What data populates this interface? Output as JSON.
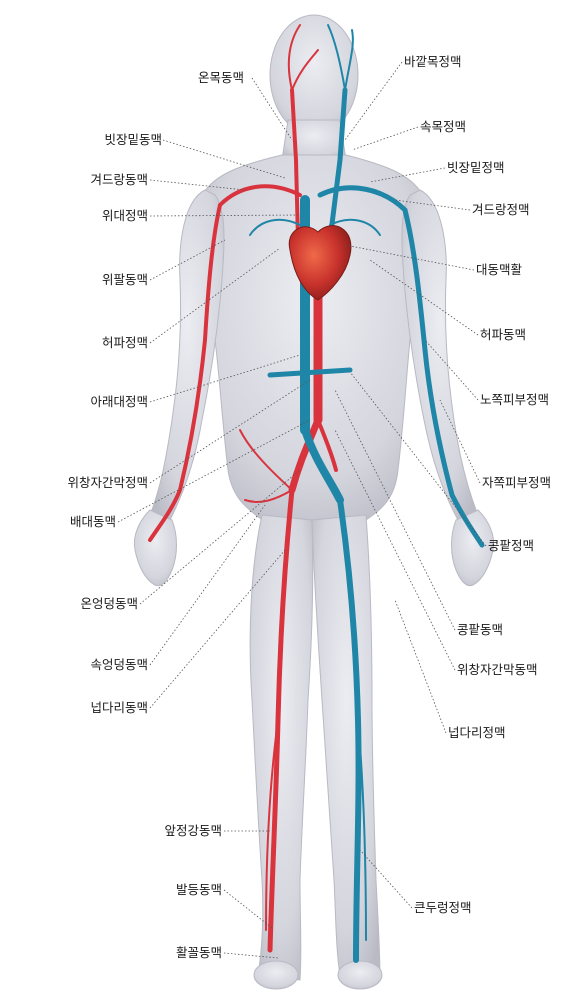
{
  "labels": {
    "left": [
      "온목동맥",
      "빗장밑동맥",
      "겨드랑동맥",
      "위대정맥",
      "위팔동맥",
      "허파정맥",
      "아래대정맥",
      "위창자간막정맥",
      "배대동맥",
      "온엉덩동맥",
      "속엉덩동맥",
      "넙다리동맥",
      "앞정강동맥",
      "발등동맥",
      "활꼴동맥"
    ],
    "right": [
      "바깥목정맥",
      "속목정맥",
      "빗장밑정맥",
      "겨드랑정맥",
      "대동맥활",
      "허파동맥",
      "노쪽피부정맥",
      "자쪽피부정맥",
      "콩팥정맥",
      "콩팥동맥",
      "위창자간막동맥",
      "넙다리정맥",
      "큰두렁정맥"
    ]
  },
  "colors": {
    "artery": "#d9343d",
    "vein": "#1f86a8",
    "body": "#d5d6de",
    "heart": "#c8322c",
    "leader": "#555555"
  }
}
